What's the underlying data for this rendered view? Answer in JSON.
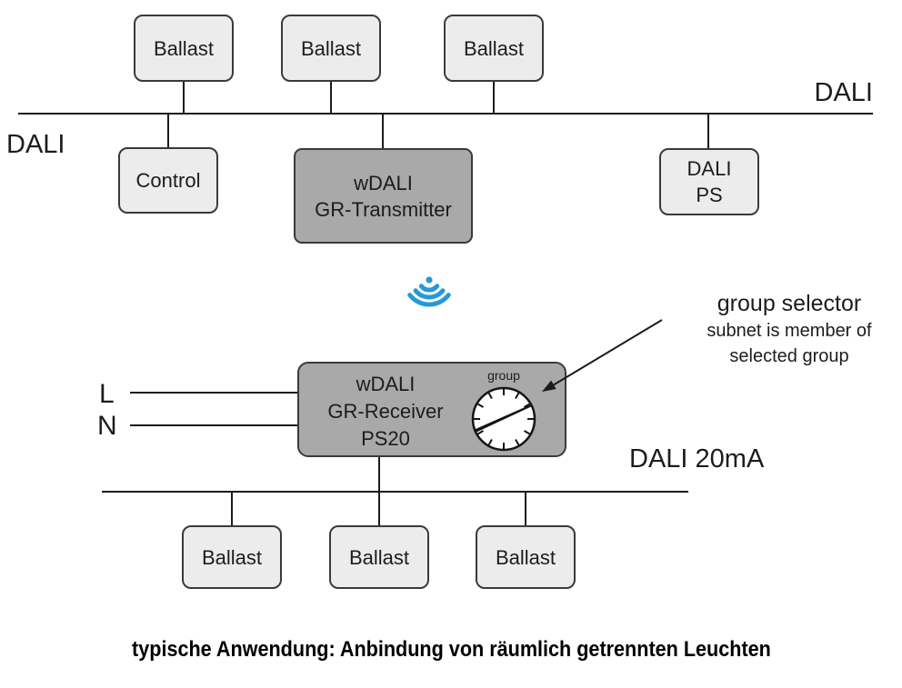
{
  "colors": {
    "wireless_blue": "#2699d6",
    "box_light_fill": "#ececec",
    "box_dark_fill": "#a9a9a9",
    "line": "#1c1c1c"
  },
  "icons": {
    "wireless": "wifi-signal-downward",
    "dial": "rotary-knob-group-selector",
    "arrow": "annotation-arrow"
  },
  "top_bus": {
    "label_left": "DALI",
    "label_right": "DALI"
  },
  "top_ballasts": [
    "Ballast",
    "Ballast",
    "Ballast"
  ],
  "control_box": {
    "label": "Control"
  },
  "transmitter_box": {
    "line1": "wDALI",
    "line2": "GR-Transmitter"
  },
  "dali_ps_box": {
    "line1": "DALI",
    "line2": "PS"
  },
  "mains": {
    "line_label": "L",
    "neutral_label": "N"
  },
  "receiver_box": {
    "line1": "wDALI",
    "line2": "GR-Receiver",
    "line3": "PS20",
    "dial_label": "group"
  },
  "group_annotation": {
    "title": "group selector",
    "subtitle1": "subnet is member of",
    "subtitle2": "selected group"
  },
  "bottom_bus": {
    "label": "DALI 20mA"
  },
  "bottom_ballasts": [
    "Ballast",
    "Ballast",
    "Ballast"
  ],
  "caption": "typische Anwendung: Anbindung von räumlich getrennten Leuchten"
}
